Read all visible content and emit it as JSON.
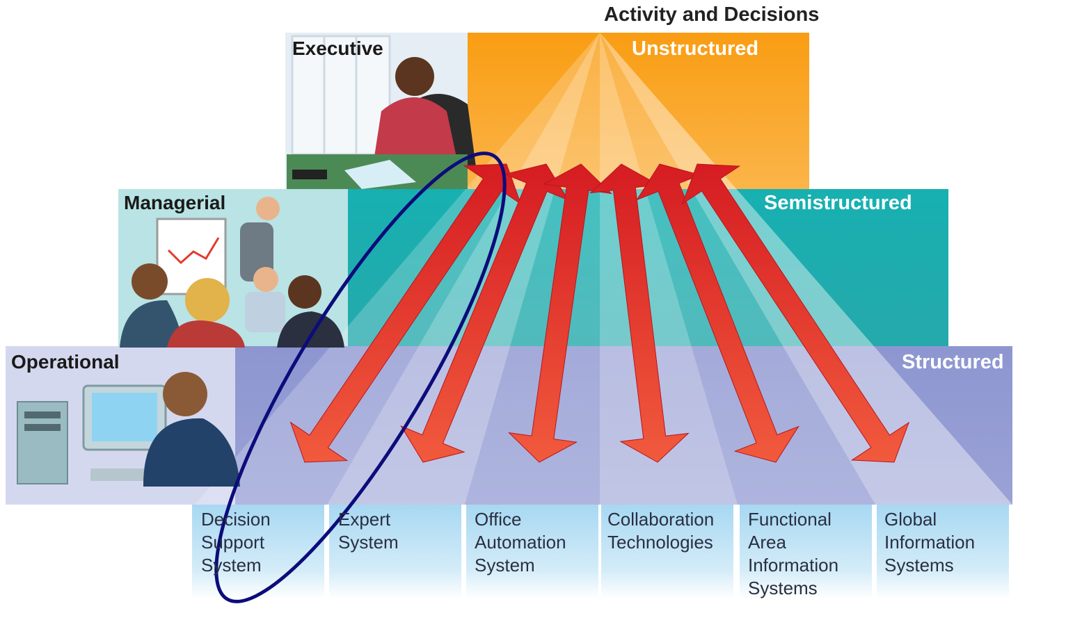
{
  "header": {
    "title": "Activity and Decisions"
  },
  "levels": [
    {
      "key": "executive",
      "label": "Executive",
      "structure": "Unstructured"
    },
    {
      "key": "managerial",
      "label": "Managerial",
      "structure": "Semistructured"
    },
    {
      "key": "operational",
      "label": "Operational",
      "structure": "Structured"
    }
  ],
  "systems": [
    {
      "lines": [
        "Decision",
        "Support",
        "System"
      ],
      "highlighted": true
    },
    {
      "lines": [
        "Expert",
        "System"
      ]
    },
    {
      "lines": [
        "Office",
        "Automation",
        "System"
      ]
    },
    {
      "lines": [
        "Collaboration",
        "Technologies"
      ]
    },
    {
      "lines": [
        "Functional",
        "Area",
        "Information",
        "Systems"
      ]
    },
    {
      "lines": [
        "Global",
        "Information",
        "Systems"
      ]
    }
  ],
  "colors": {
    "executive_band": "#f7a21b",
    "managerial_band": "#1fb3b3",
    "operational_band": "#8e97cf",
    "arrow": "#e8382e",
    "highlight_ellipse": "#0c0c7a"
  },
  "illustrations": [
    "executive-at-desk",
    "manager-presenting-chart",
    "operator-at-computer"
  ]
}
